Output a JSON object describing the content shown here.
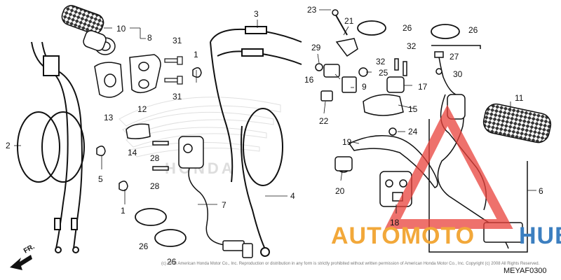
{
  "diagram": {
    "code": "MEYAF0300",
    "front_marker": "FR.",
    "copyright": "(c) 2008 American Honda Motor Co., Inc. Reproduction or distribution in any form is strictly prohibited without written permission of American Honda Motor Co., Inc. Copyright (c) 2008 All Rights Reserved.",
    "brand_mark": "HONDA",
    "watermark": {
      "text_orange": "AUTOMOTO",
      "text_blue": "HUB",
      "color_orange": "#f2a83a",
      "color_blue": "#3c7fc0",
      "color_triangle": "#e8413b"
    },
    "labels": [
      "1",
      "1",
      "2",
      "3",
      "4",
      "5",
      "6",
      "7",
      "8",
      "9",
      "10",
      "11",
      "12",
      "13",
      "14",
      "15",
      "16",
      "17",
      "18",
      "19",
      "20",
      "21",
      "22",
      "23",
      "24",
      "25",
      "26",
      "26",
      "26",
      "26",
      "27",
      "28",
      "28",
      "29",
      "30",
      "31",
      "31",
      "32",
      "32"
    ],
    "line_color": "#111111"
  }
}
